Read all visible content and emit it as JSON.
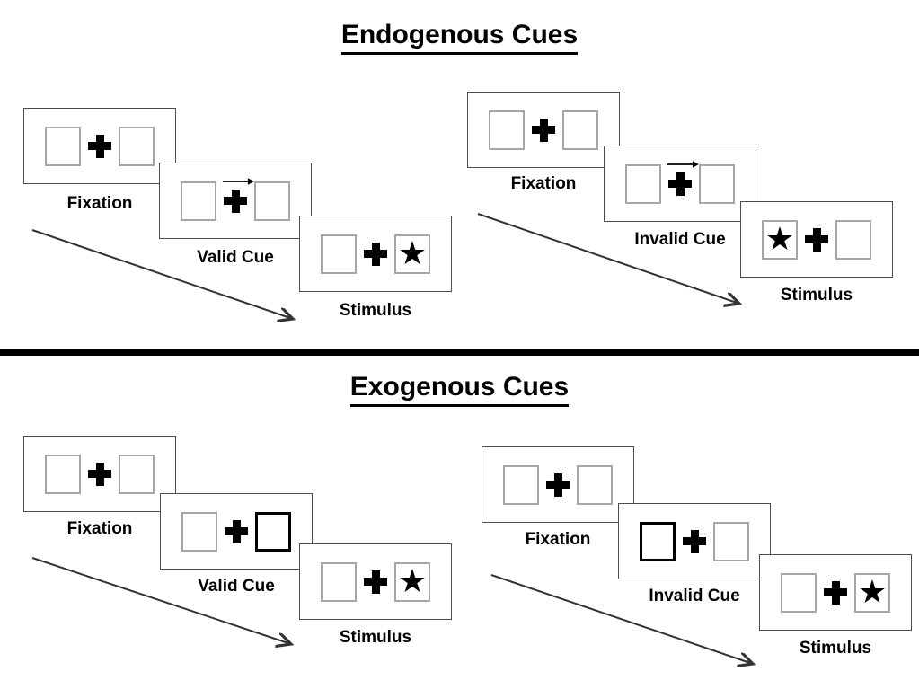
{
  "icons": {
    "star": "★",
    "cue_arrow": "arrow-right",
    "fixation_cross": "plus"
  },
  "colors": {
    "background": "#ffffff",
    "ink": "#000000",
    "panel_border": "#4d4d4d",
    "square_border": "#a6a6a6"
  },
  "sections": [
    {
      "id": "endogenous",
      "title": "Endogenous Cues",
      "sequences": [
        {
          "id": "valid",
          "panels": [
            {
              "label": "Fixation",
              "left_box": "plain",
              "right_box": "plain",
              "cue": "none"
            },
            {
              "label": "Valid Cue",
              "left_box": "plain",
              "right_box": "plain",
              "cue": "central-arrow-right"
            },
            {
              "label": "Stimulus",
              "left_box": "plain",
              "right_box": "star",
              "cue": "none"
            }
          ]
        },
        {
          "id": "invalid",
          "panels": [
            {
              "label": "Fixation",
              "left_box": "plain",
              "right_box": "plain",
              "cue": "none"
            },
            {
              "label": "Invalid Cue",
              "left_box": "plain",
              "right_box": "plain",
              "cue": "central-arrow-right"
            },
            {
              "label": "Stimulus",
              "left_box": "star",
              "right_box": "plain",
              "cue": "none"
            }
          ]
        }
      ]
    },
    {
      "id": "exogenous",
      "title": "Exogenous Cues",
      "sequences": [
        {
          "id": "valid",
          "panels": [
            {
              "label": "Fixation",
              "left_box": "plain",
              "right_box": "plain",
              "cue": "none"
            },
            {
              "label": "Valid Cue",
              "left_box": "plain",
              "right_box": "thick-outline",
              "cue": "peripheral-right"
            },
            {
              "label": "Stimulus",
              "left_box": "plain",
              "right_box": "star",
              "cue": "none"
            }
          ]
        },
        {
          "id": "invalid",
          "panels": [
            {
              "label": "Fixation",
              "left_box": "plain",
              "right_box": "plain",
              "cue": "none"
            },
            {
              "label": "Invalid Cue",
              "left_box": "thick-outline",
              "right_box": "plain",
              "cue": "peripheral-left"
            },
            {
              "label": "Stimulus",
              "left_box": "plain",
              "right_box": "star",
              "cue": "none"
            }
          ]
        }
      ]
    }
  ]
}
